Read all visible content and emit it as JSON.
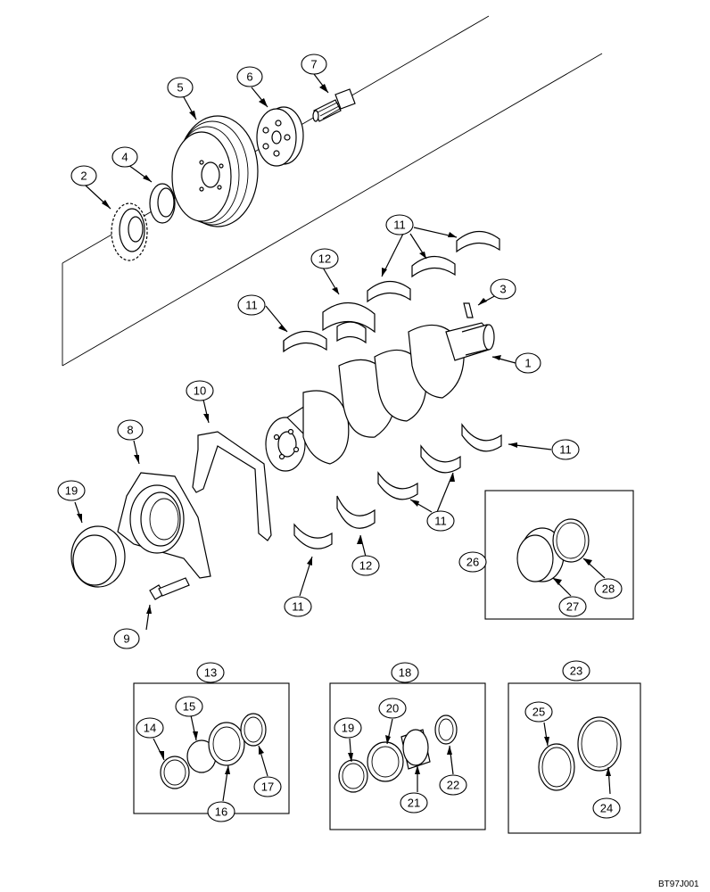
{
  "figure_code": "BT97J001",
  "callouts": [
    {
      "id": "c1",
      "label": "1"
    },
    {
      "id": "c2",
      "label": "2"
    },
    {
      "id": "c3",
      "label": "3"
    },
    {
      "id": "c4",
      "label": "4"
    },
    {
      "id": "c5",
      "label": "5"
    },
    {
      "id": "c6",
      "label": "6"
    },
    {
      "id": "c7",
      "label": "7"
    },
    {
      "id": "c8",
      "label": "8"
    },
    {
      "id": "c9",
      "label": "9"
    },
    {
      "id": "c10",
      "label": "10"
    },
    {
      "id": "c11a",
      "label": "11"
    },
    {
      "id": "c11b",
      "label": "11"
    },
    {
      "id": "c11c",
      "label": "11"
    },
    {
      "id": "c11d",
      "label": "11"
    },
    {
      "id": "c11e",
      "label": "11"
    },
    {
      "id": "c12a",
      "label": "12"
    },
    {
      "id": "c12b",
      "label": "12"
    },
    {
      "id": "c13",
      "label": "13"
    },
    {
      "id": "c14",
      "label": "14"
    },
    {
      "id": "c15",
      "label": "15"
    },
    {
      "id": "c16",
      "label": "16"
    },
    {
      "id": "c17",
      "label": "17"
    },
    {
      "id": "c18",
      "label": "18"
    },
    {
      "id": "c19a",
      "label": "19"
    },
    {
      "id": "c19b",
      "label": "19"
    },
    {
      "id": "c20",
      "label": "20"
    },
    {
      "id": "c21",
      "label": "21"
    },
    {
      "id": "c22",
      "label": "22"
    },
    {
      "id": "c23",
      "label": "23"
    },
    {
      "id": "c24",
      "label": "24"
    },
    {
      "id": "c25",
      "label": "25"
    },
    {
      "id": "c26",
      "label": "26"
    },
    {
      "id": "c27",
      "label": "27"
    },
    {
      "id": "c28",
      "label": "28"
    }
  ]
}
